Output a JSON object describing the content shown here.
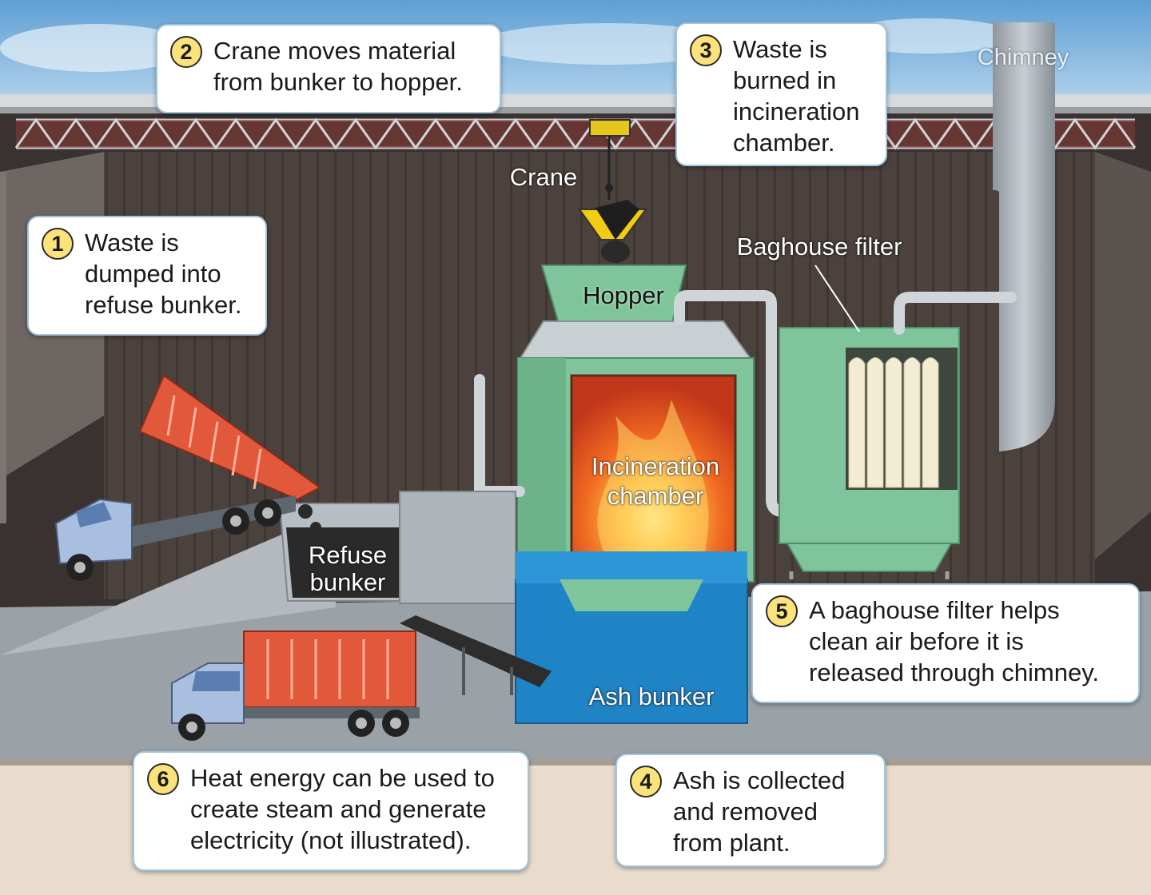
{
  "callouts": [
    {
      "number": "1",
      "text": "Waste is\ndumped into\nrefuse bunker."
    },
    {
      "number": "2",
      "text": "Crane moves material\nfrom bunker to hopper."
    },
    {
      "number": "3",
      "text": "Waste is\nburned in\nincineration\nchamber."
    },
    {
      "number": "4",
      "text": "Ash is collected\nand removed\nfrom plant."
    },
    {
      "number": "5",
      "text": "A baghouse filter helps\nclean air before it is\nreleased through chimney."
    },
    {
      "number": "6",
      "text": "Heat energy can be used to\ncreate steam and generate\nelectricity (not illustrated)."
    }
  ],
  "labels": {
    "chimney": "Chimney",
    "crane": "Crane",
    "baghouse_filter": "Baghouse filter",
    "hopper": "Hopper",
    "incineration_chamber": "Incineration\nchamber",
    "refuse_bunker": "Refuse\nbunker",
    "ash_bunker": "Ash bunker"
  },
  "colors": {
    "sky": "#7fb4de",
    "wall": "#4a403c",
    "equipment_green": "#7fc49a",
    "ash_bunker_blue": "#1f84c6",
    "truck_red": "#e2583a",
    "callout_number_bg": "#fbe27b"
  }
}
